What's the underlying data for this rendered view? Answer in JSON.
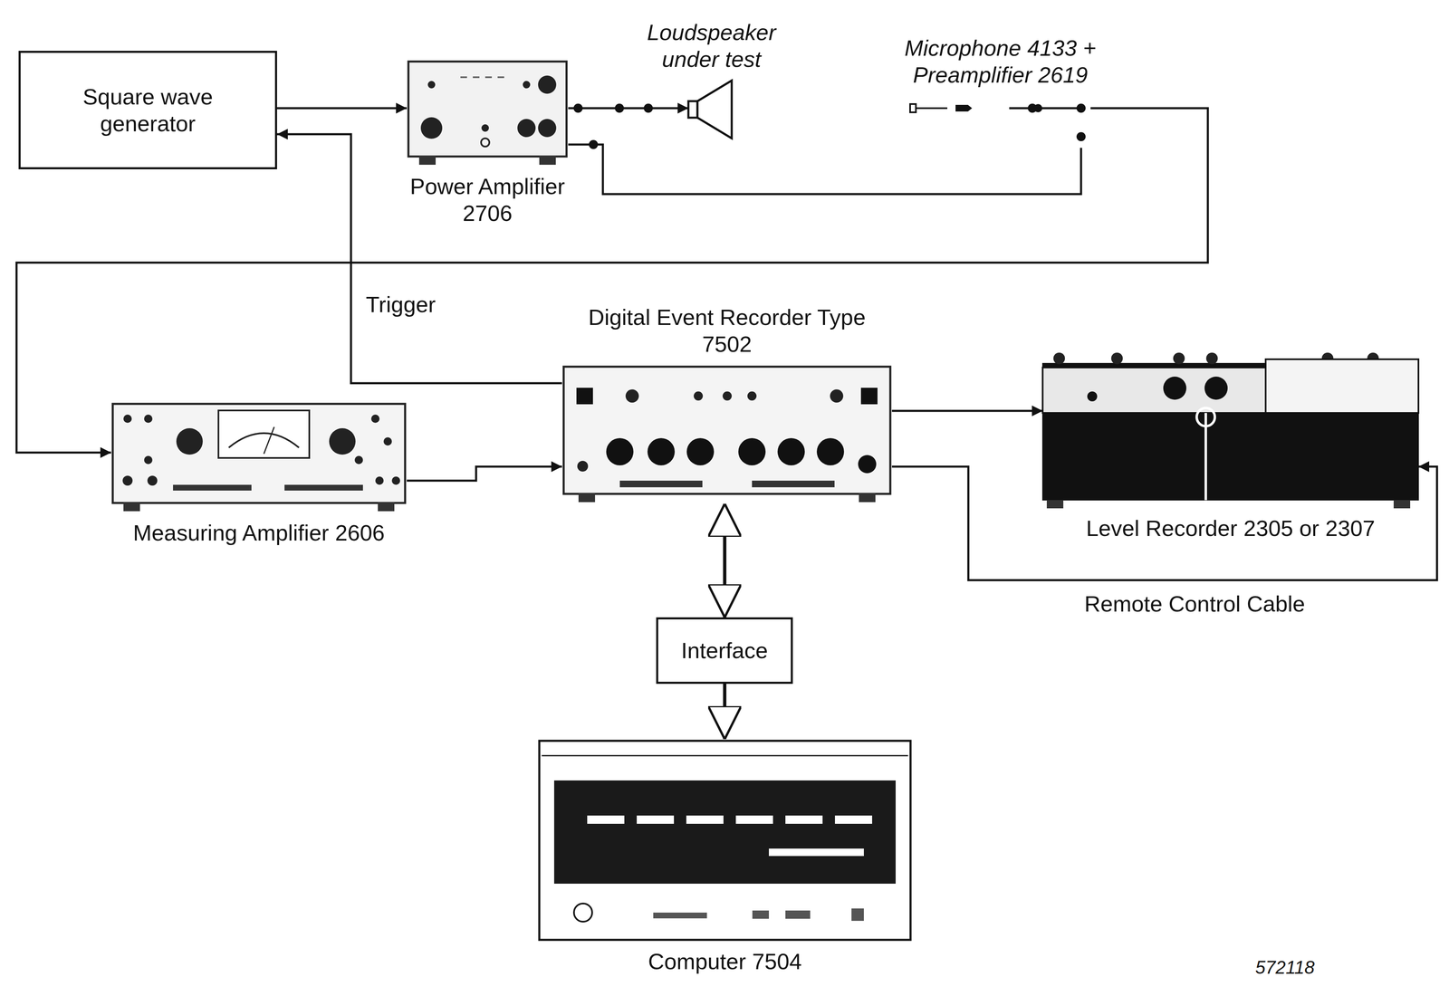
{
  "diagram": {
    "nodes": [
      {
        "text": [
          "Square wave generator"
        ]
      },
      {
        "text": [
          "Power Amplifier 2706"
        ]
      },
      {
        "text": [
          "Loudspeaker under test"
        ]
      },
      {
        "text": [
          "Microphone 4133 + Preamplifier 2619"
        ]
      },
      {
        "text": [
          "Measuring Amplifier 2606"
        ]
      },
      {
        "text": [
          "Digital Event Recorder Type 7502"
        ]
      },
      {
        "text": [
          "Level Recorder 2305 or 2307"
        ]
      },
      {
        "text": [
          "Interface"
        ]
      },
      {
        "text": [
          "Computer 7504"
        ]
      }
    ],
    "edges": [
      {
        "from": 0,
        "to": 1,
        "arrow": "to"
      },
      {
        "from": 1,
        "to": 2,
        "arrow": "to"
      },
      {
        "from": 1,
        "to": 3,
        "arrow": "none"
      },
      {
        "from": 3,
        "to": 4,
        "arrow": "to"
      },
      {
        "from": 5,
        "to": 0,
        "label": "Trigger",
        "arrow": "to"
      },
      {
        "from": 4,
        "to": 5,
        "arrow": "to"
      },
      {
        "from": 5,
        "to": 6,
        "arrow": "to"
      },
      {
        "from": 5,
        "to": 6,
        "label": "Remote Control Cable",
        "arrow": "to"
      },
      {
        "from": 5,
        "to": 7,
        "arrow": "both"
      },
      {
        "from": 7,
        "to": 8,
        "arrow": "to"
      }
    ],
    "labels": [
      "572118"
    ]
  }
}
